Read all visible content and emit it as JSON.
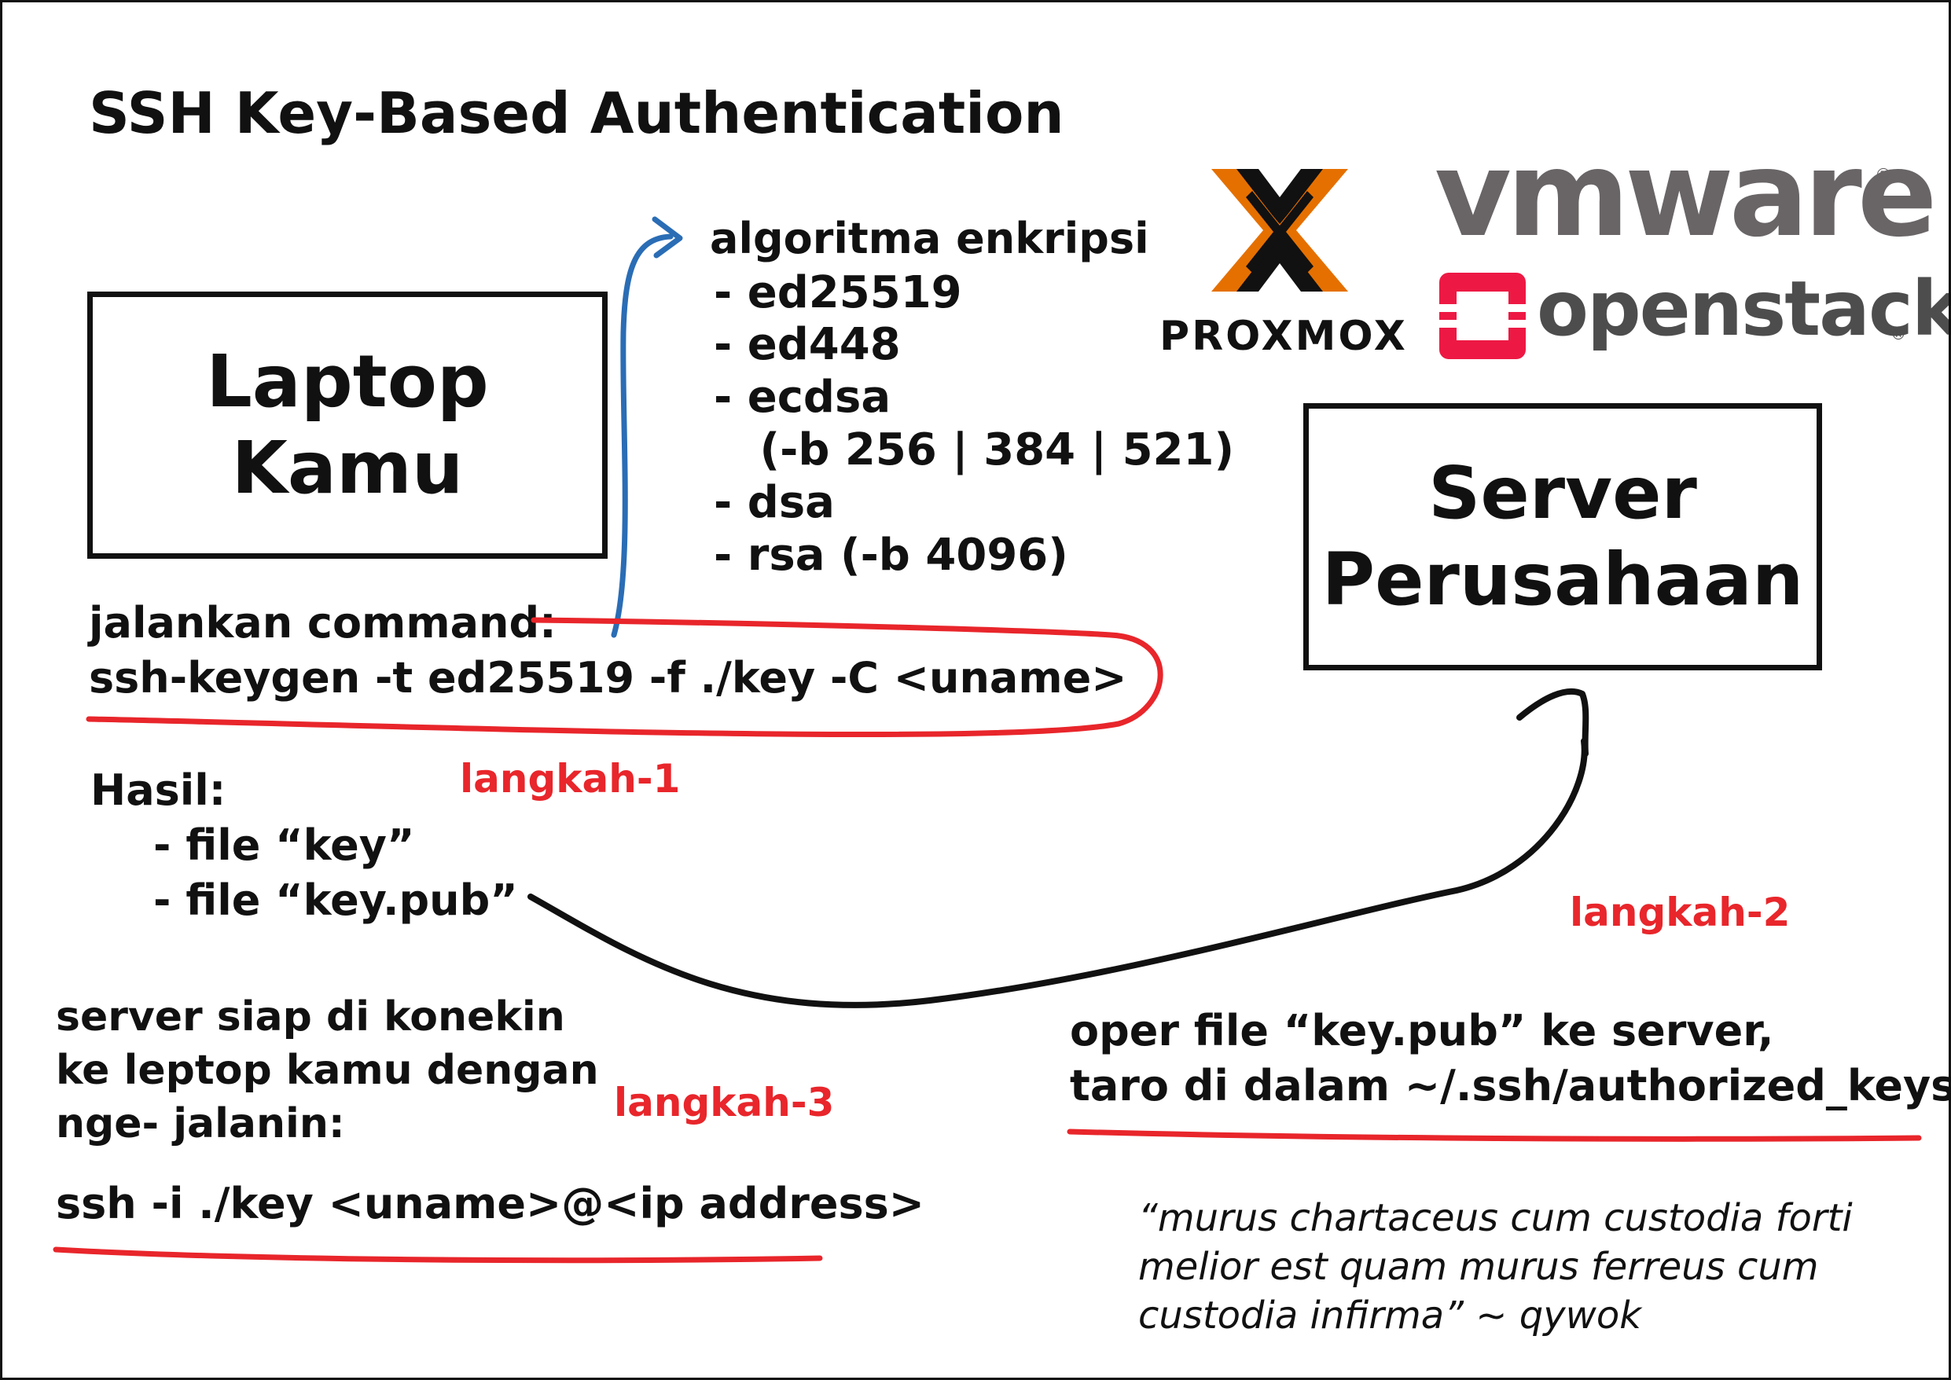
{
  "title": "SSH Key-Based Authentication",
  "laptop_box": {
    "line1": "Laptop",
    "line2": "Kamu"
  },
  "server_box": {
    "line1": "Server",
    "line2": "Perusahaan"
  },
  "algorithms": {
    "heading": "algoritma enkripsi",
    "items": [
      "- ed25519",
      "- ed448",
      "- ecdsa",
      "   (-b 256 | 384 | 521)",
      "- dsa",
      "- rsa (-b 4096)"
    ]
  },
  "command": {
    "label": "jalankan command:",
    "code": "ssh-keygen -t ed25519 -f ./key -C <uname>"
  },
  "result": {
    "label": "Hasil:",
    "items": [
      "- file “key”",
      "- file “key.pub”"
    ]
  },
  "steps": {
    "step1": "langkah-1",
    "step2": "langkah-2",
    "step3": "langkah-3"
  },
  "copy_instruction": {
    "line1": "oper file “key.pub” ke server,",
    "line2": "taro di dalam ~/.ssh/authorized_keys"
  },
  "connect": {
    "line1": "server siap di konekin",
    "line2": "ke leptop kamu dengan",
    "line3": "nge- jalanin:",
    "code": "ssh -i ./key <uname>@<ip address>"
  },
  "quote": {
    "line1": "“murus chartaceus cum custodia forti",
    "line2": "melior est quam murus ferreus cum",
    "line3": "custodia infirma” ~ qywok"
  },
  "logos": {
    "proxmox": "PROXMOX",
    "vmware": "vmware",
    "openstack": "openstack",
    "registered": "®"
  },
  "colors": {
    "accent_red": "#e8262b",
    "arrow_blue": "#2a6db5",
    "proxmox_orange": "#e57000",
    "vmware_gray": "#696566",
    "openstack_red": "#ed1944",
    "openstack_gray": "#4d4d4d"
  }
}
